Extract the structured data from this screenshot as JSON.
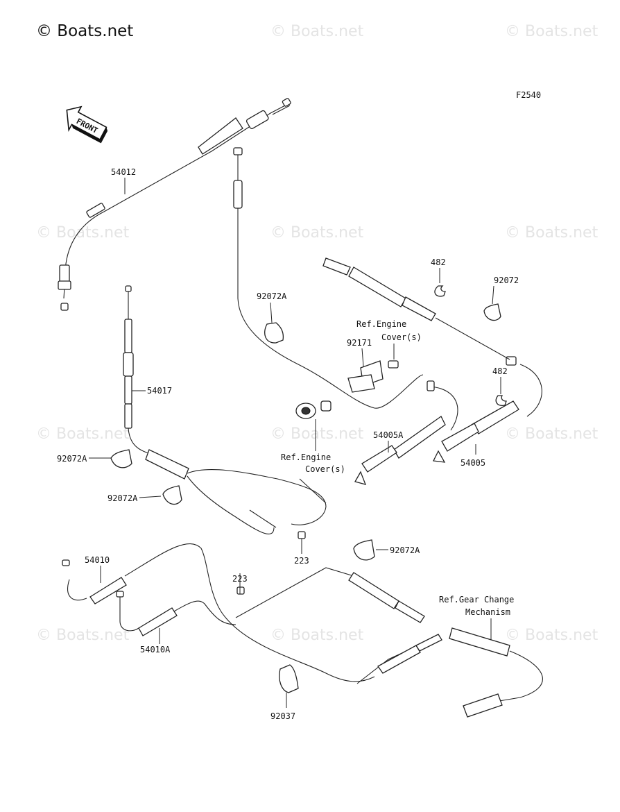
{
  "watermarks": {
    "main": "© Boats.net",
    "repeat": "© Boats.net"
  },
  "figure_code": "F2540",
  "front_arrow_label": "FRONT",
  "labels": {
    "p54012": "54012",
    "p54017": "54017",
    "p92072A_a": "92072A",
    "p92072A_b": "92072A",
    "p92072A_c": "92072A",
    "p92072A_d": "92072A",
    "p92171": "92171",
    "p482_a": "482",
    "p482_b": "482",
    "p92072": "92072",
    "p54005A": "54005A",
    "p54005": "54005",
    "p223_a": "223",
    "p223_b": "223",
    "p54010": "54010",
    "p54010A": "54010A",
    "p92037": "92037",
    "ref_engine_cover_top_l1": "Ref.Engine",
    "ref_engine_cover_top_l2": "Cover(s)",
    "ref_engine_cover_mid_l1": "Ref.Engine",
    "ref_engine_cover_mid_l2": "Cover(s)",
    "ref_gear_l1": "Ref.Gear Change",
    "ref_gear_l2": "Mechanism"
  }
}
